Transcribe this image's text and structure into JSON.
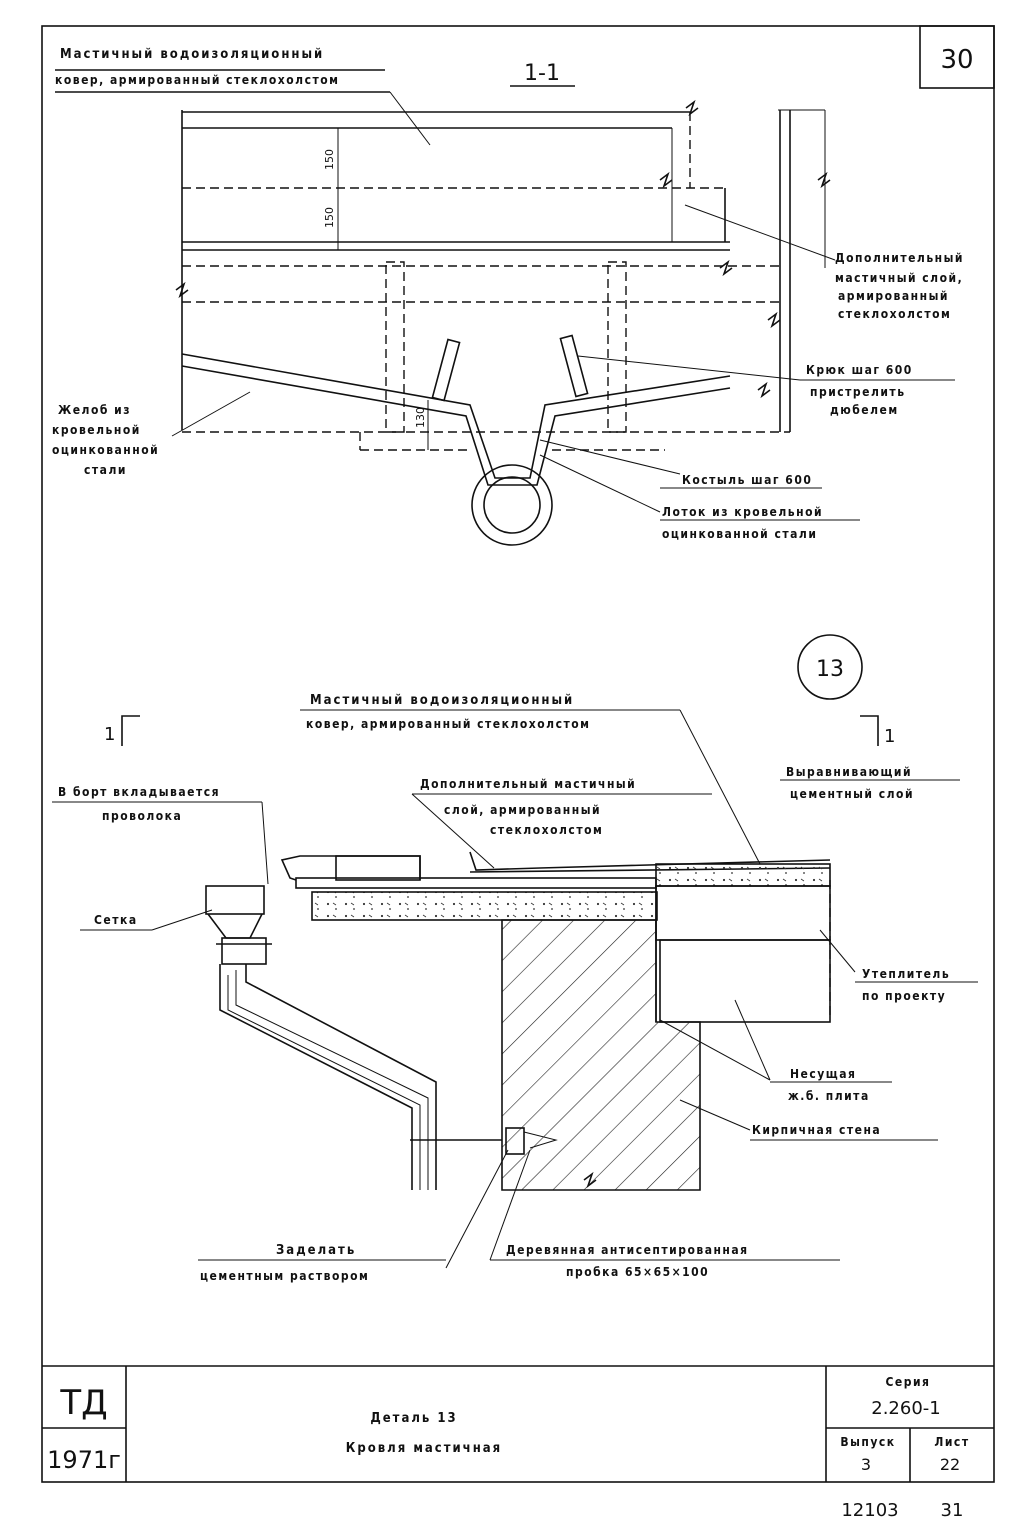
{
  "sheet": {
    "number": "30",
    "section_label": "1-1",
    "detail_marker": "13",
    "cut_mark_left": "1",
    "cut_mark_right": "1"
  },
  "top_section": {
    "carpet_label": [
      "Мастичный водоизоляционный",
      "ковер, армированный стеклохолстом"
    ],
    "extra_layer_label": [
      "Дополнительный",
      "мастичный слой,",
      "армированный",
      "стеклохолстом"
    ],
    "hook_label": [
      "Крюк шаг 600",
      "пристрелить",
      "дюбелем"
    ],
    "gutter_label": [
      "Желоб из",
      "кровельной",
      "оцинкованной",
      "стали"
    ],
    "crutch_label": "Костыль шаг 600",
    "tray_label": [
      "Лоток из кровельной",
      "оцинкованной стали"
    ],
    "dims": [
      "150",
      "150",
      "130"
    ]
  },
  "detail": {
    "carpet_label": [
      "Мастичный водоизоляционный",
      "ковер, армированный стеклохолстом"
    ],
    "leveling_label": [
      "Выравнивающий",
      "цементный слой"
    ],
    "wire_label": [
      "В борт вкладывается",
      "проволока"
    ],
    "extra_layer_label": [
      "Дополнительный мастичный",
      "слой, армированный",
      "стеклохолстом"
    ],
    "mesh_label": "Сетка",
    "insulation_label": [
      "Утеплитель",
      "по проекту"
    ],
    "slab_label": [
      "Несущая",
      "ж.б. плита"
    ],
    "wall_label": "Кирпичная стена",
    "mortar_label": [
      "Заделать",
      "цементным раствором"
    ],
    "plug_label": [
      "Деревянная антисептированная",
      "пробка  65×65×100"
    ]
  },
  "title_block": {
    "org": "ТД",
    "year": "1971г",
    "title": "Деталь 13",
    "subtitle": "Кровля мастичная",
    "series_label": "Серия",
    "series_value": "2.260-1",
    "issue_label": "Выпуск",
    "issue_value": "3",
    "sheet_label": "Лист",
    "sheet_value": "22"
  },
  "footer": {
    "code": "12103",
    "page": "31"
  }
}
